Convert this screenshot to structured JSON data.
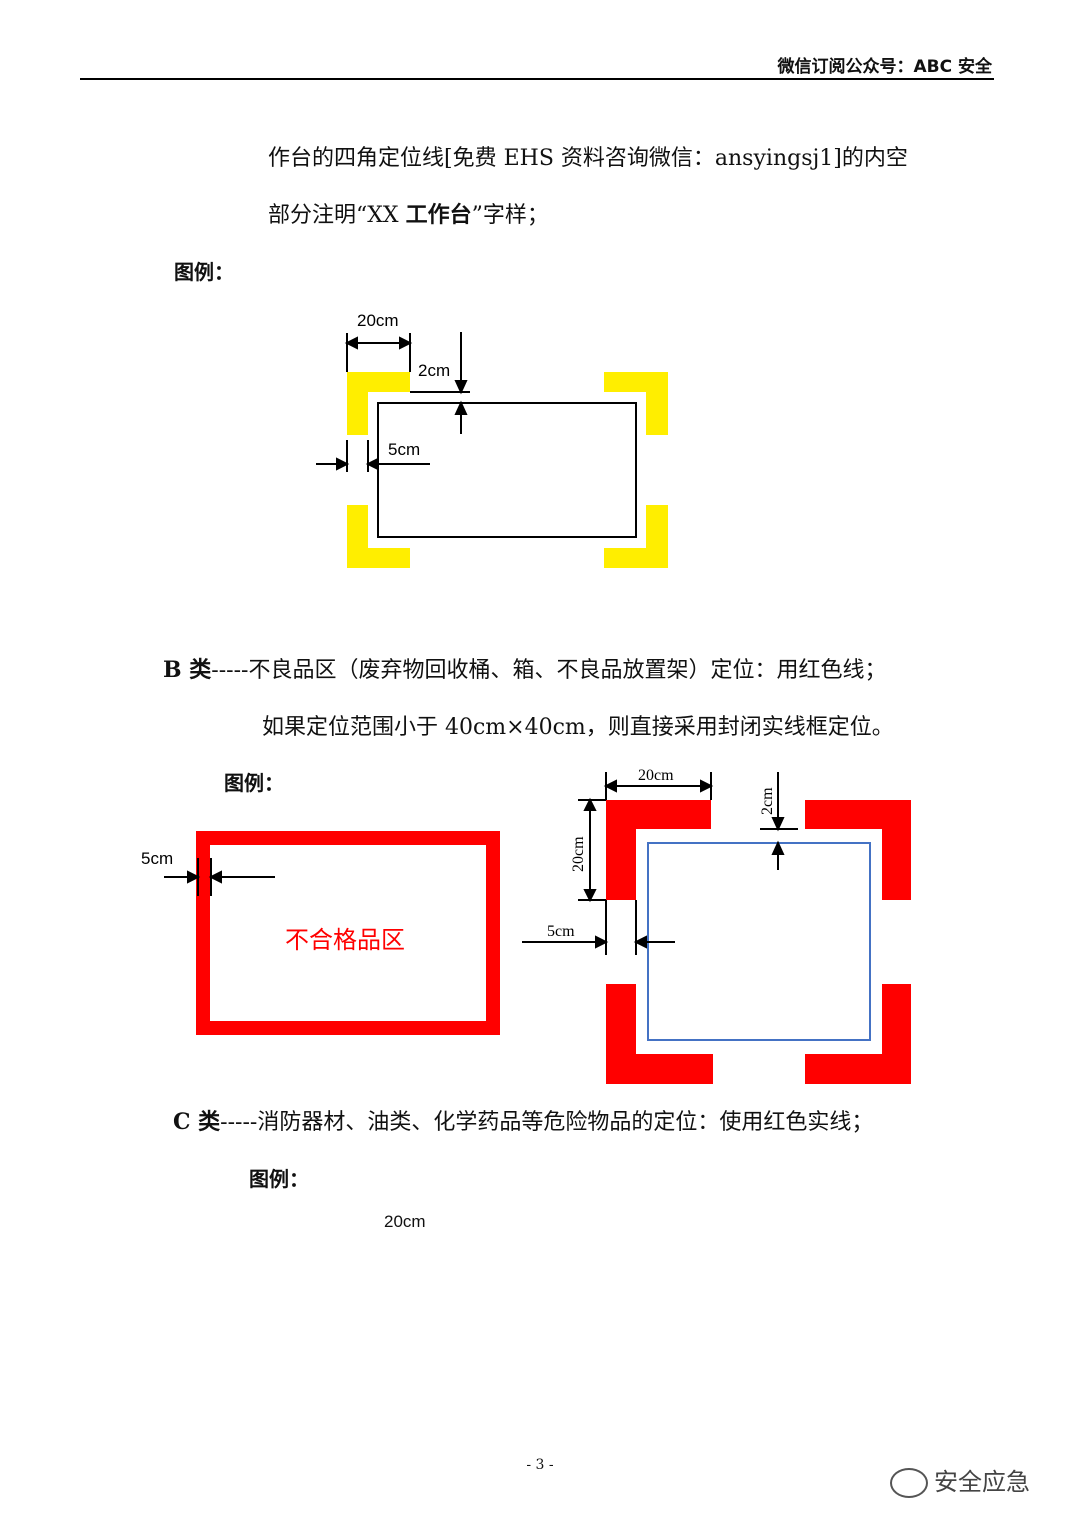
{
  "header": {
    "text": "微信订阅公众号：ABC 安全"
  },
  "para1": {
    "line1_a": "作台的四角定位线",
    "line1_b": "[免费 EHS 资料咨询微信：ansyingsj1]",
    "line1_c": "的内空",
    "line2_a": "部分注明“XX ",
    "line2_b": "工作台",
    "line2_c": "”字样；"
  },
  "legend_a": "图例：",
  "diagram_a": {
    "w20": "20cm",
    "h2": "2cm",
    "w5": "5cm",
    "color": "#ffee00"
  },
  "section_b": {
    "label": "B  类",
    "dashes": "-----",
    "text1": "不良品区（废弃物回收桶、箱、不良品放置架）定位：用红色线；",
    "text2": "如果定位范围小于 40cm×40cm，则直接采用封闭实线框定位。",
    "legend": "图例："
  },
  "diagram_b_left": {
    "w5": "5cm",
    "area_label": "不合格品区",
    "color": "#ff0000"
  },
  "diagram_b_right": {
    "w20": "20cm",
    "h2": "2cm",
    "h20": "20cm",
    "w5": "5cm",
    "inner_color": "#4472c4"
  },
  "section_c": {
    "label": "C  类",
    "dashes": "-----",
    "text": "消防器材、油类、化学药品等危险物品的定位：使用红色实线；",
    "legend": "图例：",
    "w20": "20cm"
  },
  "page_number": "- 3 -",
  "watermark": "安全应急"
}
